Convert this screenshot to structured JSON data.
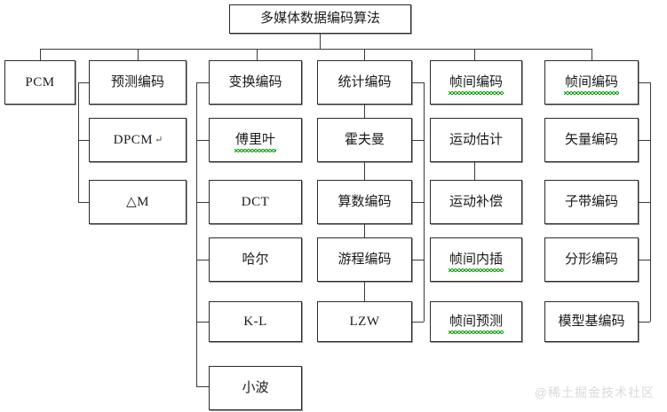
{
  "diagram": {
    "title": "多媒体数据编码算法",
    "watermark": "@稀土掘金技术社区",
    "root": {
      "label": "多媒体数据编码算法"
    },
    "columns": [
      {
        "id": "pcm",
        "head": "PCM",
        "items": [
          {
            "label": "PCM",
            "script": "latin",
            "squiggle": false
          }
        ]
      },
      {
        "id": "predictive-coding",
        "head": "预测编码",
        "items": [
          {
            "label": "预测编码",
            "script": "cjk",
            "squiggle": false
          },
          {
            "label": "DPCM",
            "script": "latin",
            "squiggle": false,
            "pilcrow": "↵"
          },
          {
            "label": "△M",
            "script": "latin",
            "squiggle": false
          }
        ]
      },
      {
        "id": "transform-coding",
        "head": "变换编码",
        "items": [
          {
            "label": "变换编码",
            "script": "cjk",
            "squiggle": false
          },
          {
            "label": "傅里叶",
            "script": "cjk",
            "squiggle": true
          },
          {
            "label": "DCT",
            "script": "latin",
            "squiggle": false
          },
          {
            "label": "哈尔",
            "script": "cjk",
            "squiggle": false
          },
          {
            "label": "K-L",
            "script": "latin",
            "squiggle": false
          },
          {
            "label": "小波",
            "script": "cjk",
            "squiggle": false
          }
        ]
      },
      {
        "id": "statistical-coding",
        "head": "统计编码",
        "items": [
          {
            "label": "统计编码",
            "script": "cjk",
            "squiggle": false
          },
          {
            "label": "霍夫曼",
            "script": "cjk",
            "squiggle": false
          },
          {
            "label": "算数编码",
            "script": "cjk",
            "squiggle": false
          },
          {
            "label": "游程编码",
            "script": "cjk",
            "squiggle": false
          },
          {
            "label": "LZW",
            "script": "latin",
            "squiggle": false
          }
        ]
      },
      {
        "id": "interframe-coding-a",
        "head": "帧间编码",
        "items": [
          {
            "label": "帧间编码",
            "script": "cjk",
            "squiggle": true
          },
          {
            "label": "运动估计",
            "script": "cjk",
            "squiggle": false
          },
          {
            "label": "运动补偿",
            "script": "cjk",
            "squiggle": false
          },
          {
            "label": "帧间内插",
            "script": "cjk",
            "squiggle": true
          },
          {
            "label": "帧间预测",
            "script": "cjk",
            "squiggle": true
          }
        ]
      },
      {
        "id": "interframe-coding-b",
        "head": "帧间编码",
        "items": [
          {
            "label": "帧间编码",
            "script": "cjk",
            "squiggle": true
          },
          {
            "label": "矢量编码",
            "script": "cjk",
            "squiggle": false
          },
          {
            "label": "子带编码",
            "script": "cjk",
            "squiggle": false
          },
          {
            "label": "分形编码",
            "script": "cjk",
            "squiggle": false
          },
          {
            "label": "模型基编码",
            "script": "cjk",
            "squiggle": false
          }
        ]
      }
    ],
    "colors": {
      "box_border": "#2b2b2b",
      "box_shadow": "#9a9a9a",
      "line": "#3a3a3a",
      "text": "#1a1a1a",
      "squiggle": "#12a012",
      "watermark": "#d9d9d9",
      "background": "#ffffff"
    }
  }
}
